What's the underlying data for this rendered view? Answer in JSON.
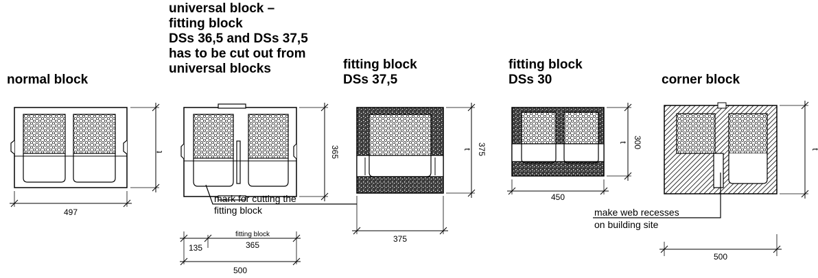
{
  "headings": {
    "normal": [
      "normal block"
    ],
    "universal": [
      "universal block –",
      "fitting block",
      "DSs 36,5 and DSs 37,5",
      "has to be cut out from",
      "universal blocks"
    ],
    "fitting375": [
      "fitting block",
      "DSs 37,5"
    ],
    "fitting30": [
      "fitting block",
      "DSs 30"
    ],
    "corner": [
      "corner block"
    ]
  },
  "dimensions": {
    "normal_width": "497",
    "normal_height": "t",
    "universal_height": "365",
    "universal_left": "135",
    "universal_right": "365",
    "universal_total": "500",
    "universal_sub_label": "fitting block",
    "fitting375_width": "375",
    "fitting375_height": "375",
    "fitting30_width": "450",
    "fitting30_height_t": "t",
    "fitting30_height": "300",
    "corner_width": "500",
    "corner_height": "t"
  },
  "notes": {
    "cut_mark": [
      "mark for cutting the",
      "fitting block"
    ],
    "web_recess": [
      "make web recesses",
      "on building site"
    ]
  },
  "colors": {
    "ink": "#000000",
    "paper": "#ffffff"
  }
}
